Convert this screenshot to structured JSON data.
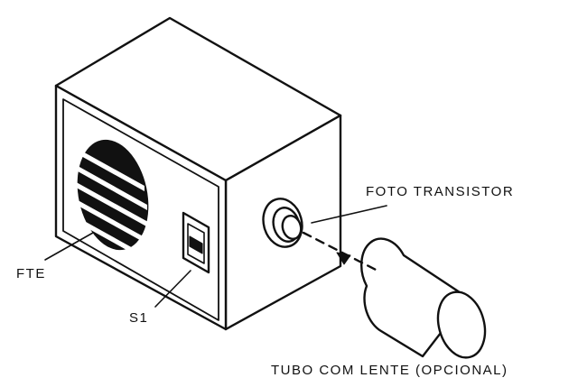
{
  "labels": {
    "foto_transistor": "FOTO TRANSISTOR",
    "fte": "FTE",
    "s1": "S1",
    "tubo": "TUBO COM LENTE (OPCIONAL)"
  },
  "colors": {
    "ink": "#111111",
    "paper": "#ffffff"
  }
}
